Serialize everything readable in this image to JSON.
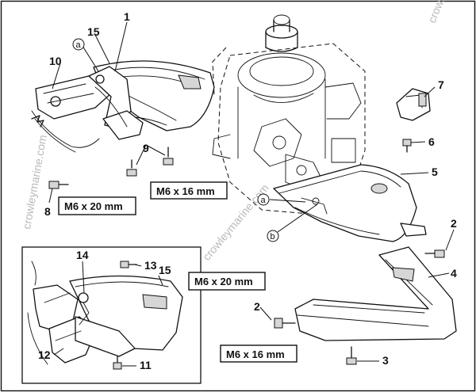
{
  "watermarks": [
    "crowleymarine.com",
    "crowleymarine.com",
    "crowleymarine.com"
  ],
  "markers": {
    "a": "ⓐ",
    "b": "ⓑ"
  },
  "callouts": [
    "1",
    "2",
    "3",
    "4",
    "5",
    "6",
    "7",
    "8",
    "9",
    "10",
    "11",
    "12",
    "13",
    "14",
    "15"
  ],
  "labels": {
    "m6x16_upper": "M6 x 16 mm",
    "m6x20_left": "M6 x 20 mm",
    "m6x20_right": "M6 x 20 mm",
    "m6x16_lower": "M6 x 16 mm"
  }
}
